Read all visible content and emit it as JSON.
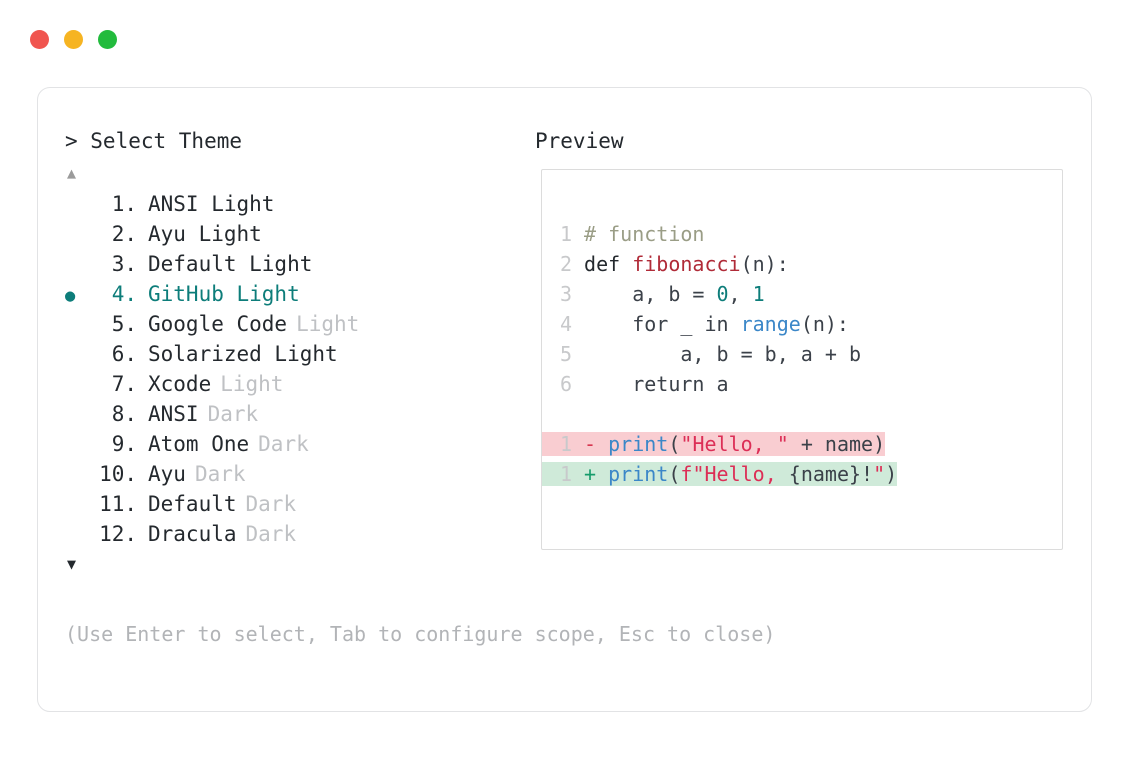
{
  "window": {
    "dots": [
      {
        "name": "close-dot",
        "color": "#f0554f"
      },
      {
        "name": "minimize-dot",
        "color": "#f6b422"
      },
      {
        "name": "maximize-dot",
        "color": "#22bb3d"
      }
    ]
  },
  "prompt": {
    "heading": "> Select Theme",
    "scroll_up_glyph": "▲",
    "scroll_down_glyph": "▼",
    "selected_bullet": "●",
    "selected_index": 4,
    "accent_color": "#0d7d7a",
    "items": [
      {
        "index": " 1.",
        "name": "ANSI Light",
        "suffix": "",
        "suffix_muted": false
      },
      {
        "index": " 2.",
        "name": "Ayu Light",
        "suffix": "",
        "suffix_muted": false
      },
      {
        "index": " 3.",
        "name": "Default Light",
        "suffix": "",
        "suffix_muted": false
      },
      {
        "index": " 4.",
        "name": "GitHub Light",
        "suffix": "",
        "suffix_muted": false
      },
      {
        "index": " 5.",
        "name": "Google Code",
        "suffix": "Light",
        "suffix_muted": true
      },
      {
        "index": " 6.",
        "name": "Solarized Light",
        "suffix": "",
        "suffix_muted": false
      },
      {
        "index": " 7.",
        "name": "Xcode",
        "suffix": "Light",
        "suffix_muted": true
      },
      {
        "index": " 8.",
        "name": "ANSI",
        "suffix": "Dark",
        "suffix_muted": true
      },
      {
        "index": " 9.",
        "name": "Atom One",
        "suffix": "Dark",
        "suffix_muted": true
      },
      {
        "index": "10.",
        "name": "Ayu",
        "suffix": "Dark",
        "suffix_muted": true
      },
      {
        "index": "11.",
        "name": "Default",
        "suffix": "Dark",
        "suffix_muted": true
      },
      {
        "index": "12.",
        "name": "Dracula",
        "suffix": "Dark",
        "suffix_muted": true
      }
    ]
  },
  "preview": {
    "heading": "Preview",
    "code": [
      {
        "line_no": "1",
        "tokens": [
          {
            "t": "# function",
            "c": "comment"
          }
        ]
      },
      {
        "line_no": "2",
        "tokens": [
          {
            "t": "def ",
            "c": "keyword"
          },
          {
            "t": "fibonacci",
            "c": "fn"
          },
          {
            "t": "(n):",
            "c": "plain"
          }
        ]
      },
      {
        "line_no": "3",
        "tokens": [
          {
            "t": "    a, b = ",
            "c": "plain"
          },
          {
            "t": "0",
            "c": "num"
          },
          {
            "t": ", ",
            "c": "plain"
          },
          {
            "t": "1",
            "c": "num"
          }
        ]
      },
      {
        "line_no": "4",
        "tokens": [
          {
            "t": "    for _ in ",
            "c": "plain"
          },
          {
            "t": "range",
            "c": "builtin"
          },
          {
            "t": "(n):",
            "c": "plain"
          }
        ]
      },
      {
        "line_no": "5",
        "tokens": [
          {
            "t": "        a, b = b, a + b",
            "c": "plain"
          }
        ]
      },
      {
        "line_no": "6",
        "tokens": [
          {
            "t": "    return a",
            "c": "plain"
          }
        ]
      }
    ],
    "diff": [
      {
        "kind": "removed",
        "line_no": "1",
        "marker": "-",
        "background": "#f9cdd1",
        "tokens": [
          {
            "t": "print",
            "c": "builtin"
          },
          {
            "t": "(",
            "c": "plain"
          },
          {
            "t": "\"Hello, \"",
            "c": "string"
          },
          {
            "t": " + name)",
            "c": "plain"
          }
        ]
      },
      {
        "kind": "added",
        "line_no": "1",
        "marker": "+",
        "background": "#cfead9",
        "tokens": [
          {
            "t": "print",
            "c": "builtin"
          },
          {
            "t": "(",
            "c": "plain"
          },
          {
            "t": "f\"Hello, ",
            "c": "string"
          },
          {
            "t": "{name}!",
            "c": "plain"
          },
          {
            "t": "\"",
            "c": "string"
          },
          {
            "t": ")",
            "c": "plain"
          }
        ]
      }
    ]
  },
  "footer": {
    "hint": "(Use Enter to select, Tab to configure scope, Esc to close)"
  }
}
